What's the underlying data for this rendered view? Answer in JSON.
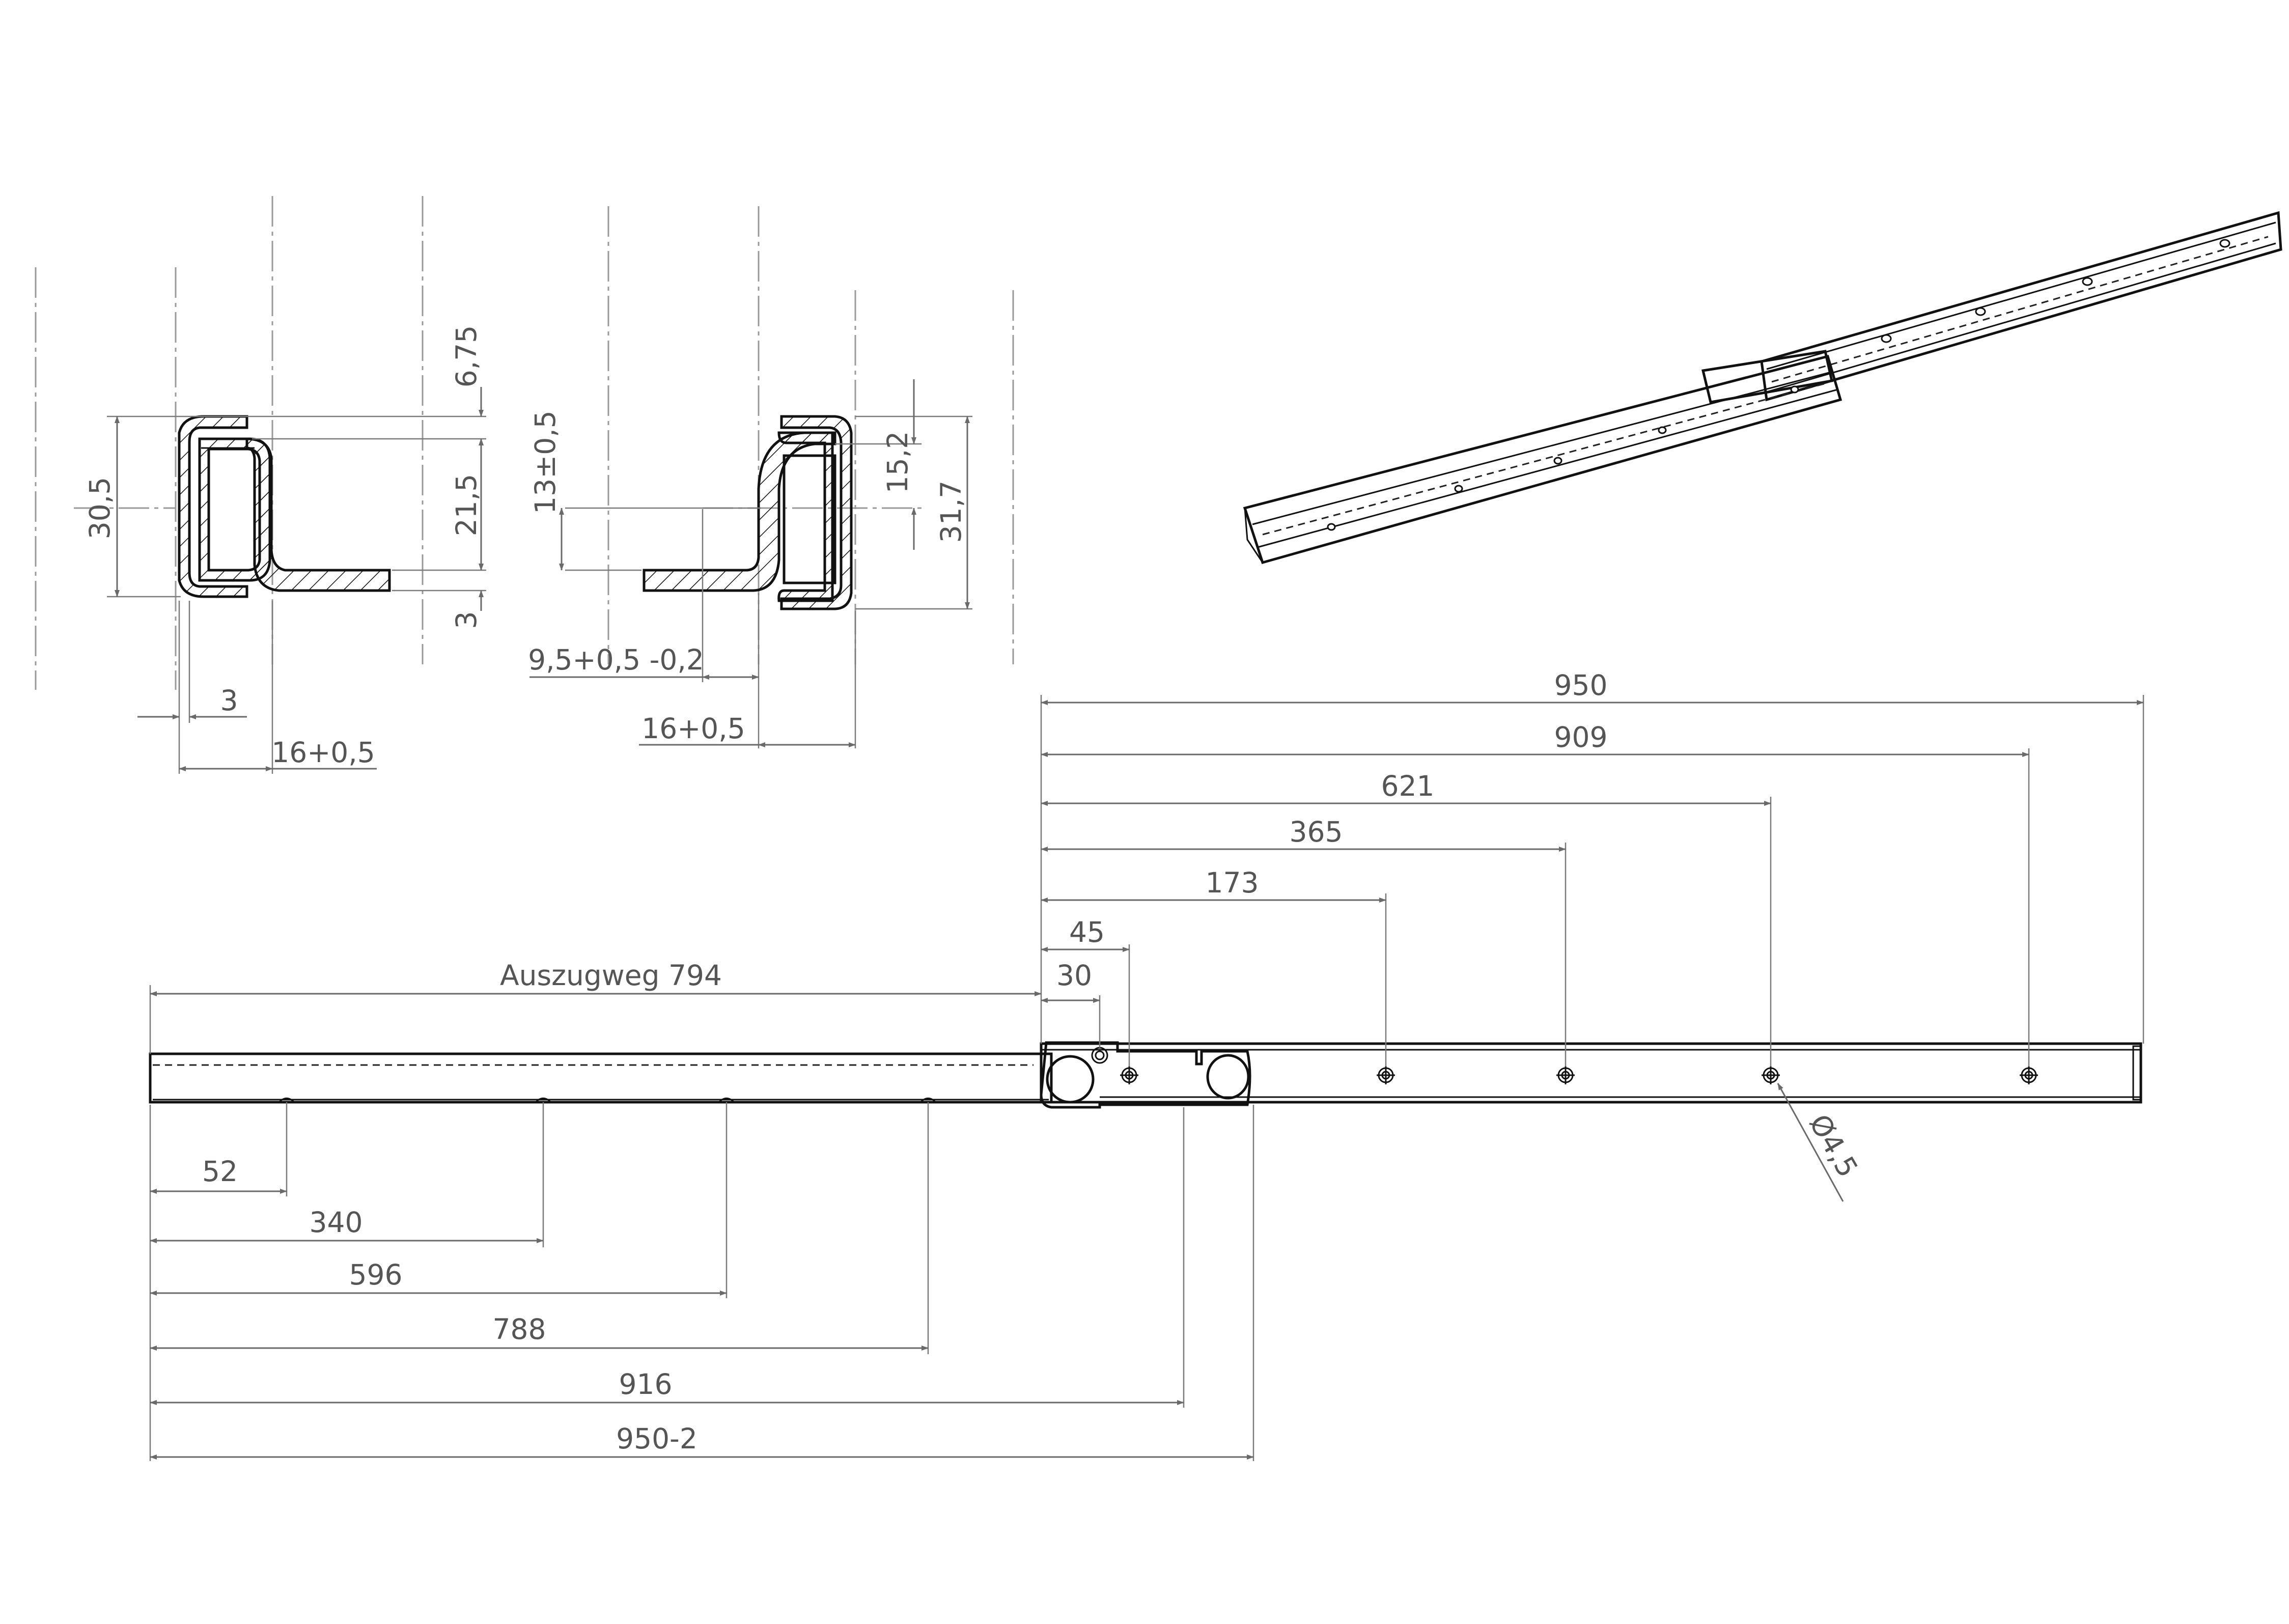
{
  "section_left": {
    "dims": {
      "total_height": "30,5",
      "top_offset": "6,75",
      "inner_height": "21,5",
      "bottom_thickness": "3",
      "wall": "3",
      "width": "16+0,5"
    }
  },
  "section_right": {
    "dims": {
      "height_tol": "13±0,5",
      "inner_height": "15,2",
      "total_height": "31,7",
      "offset": "9,5+0,5 -0,2",
      "width": "16+0,5"
    }
  },
  "top_dims": {
    "d950": "950",
    "d909": "909",
    "d621": "621",
    "d365": "365",
    "d173": "173",
    "d45": "45",
    "d30": "30"
  },
  "travel": {
    "label": "Auszugweg 794"
  },
  "bottom_dims": {
    "d52": "52",
    "d340": "340",
    "d596": "596",
    "d788": "788",
    "d916": "916",
    "d950_2": "950-2"
  },
  "hole_dia": "Ø4,5",
  "colors": {
    "line": "#111111",
    "dimension": "#6a6a6a",
    "text": "#555555"
  }
}
